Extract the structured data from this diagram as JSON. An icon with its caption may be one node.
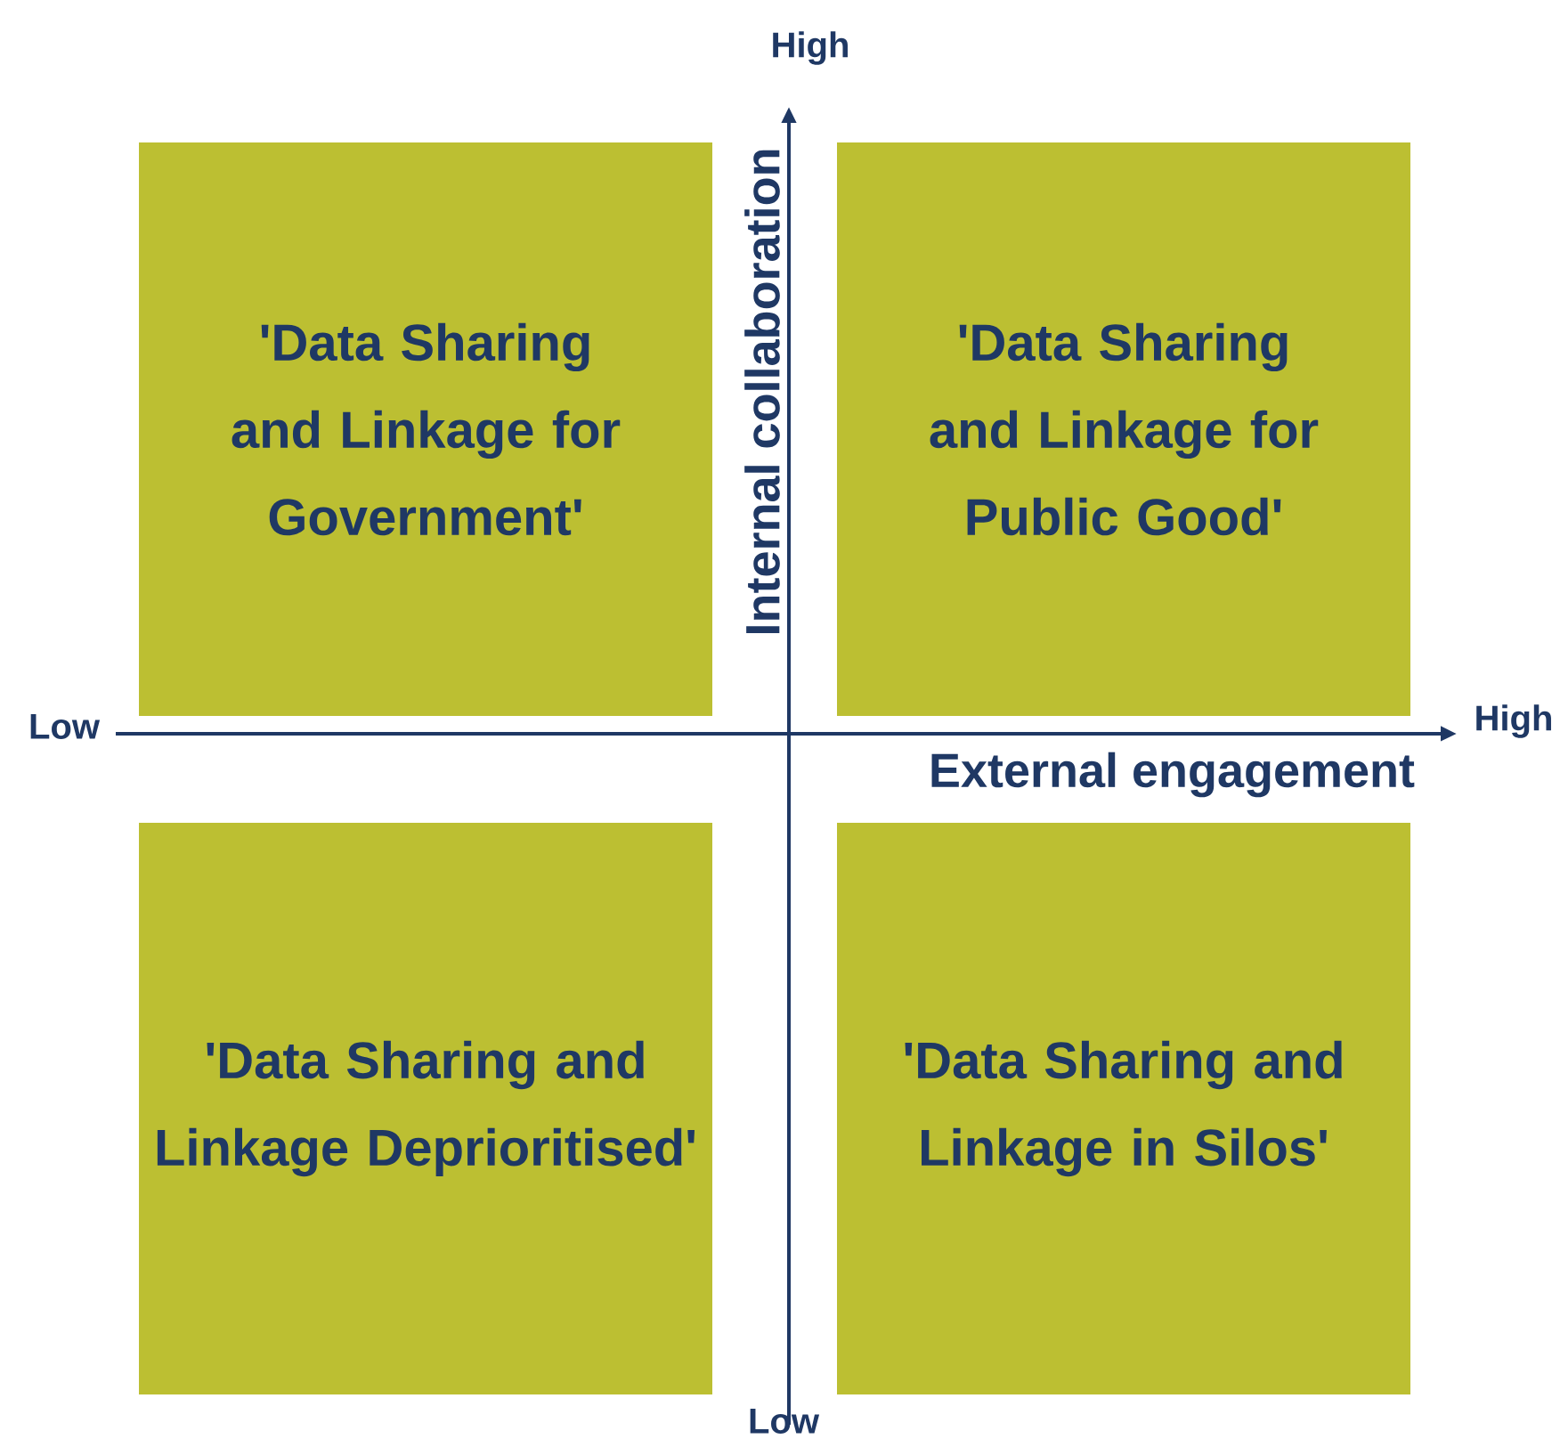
{
  "diagram": {
    "nodes": [
      {
        "text": [
          "'Data Sharing and Linkage for Government'"
        ]
      },
      {
        "text": [
          "'Data Sharing and Linkage for Public Good'"
        ]
      },
      {
        "text": [
          "'Data Sharing and Linkage Deprioritised'"
        ]
      },
      {
        "text": [
          "'Data Sharing and Linkage in Silos'"
        ]
      }
    ],
    "labels": [
      "High",
      "Internal collaboration",
      "Low",
      "High",
      "External engagement",
      "Low"
    ]
  }
}
